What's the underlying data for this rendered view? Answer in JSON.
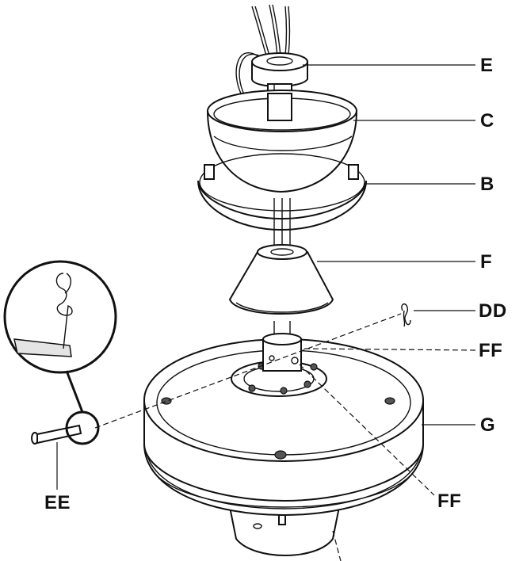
{
  "callouts": {
    "e": "E",
    "c": "C",
    "b": "B",
    "f": "F",
    "dd": "DD",
    "ff_upper": "FF",
    "g": "G",
    "ff_lower": "FF",
    "ee": "EE"
  }
}
